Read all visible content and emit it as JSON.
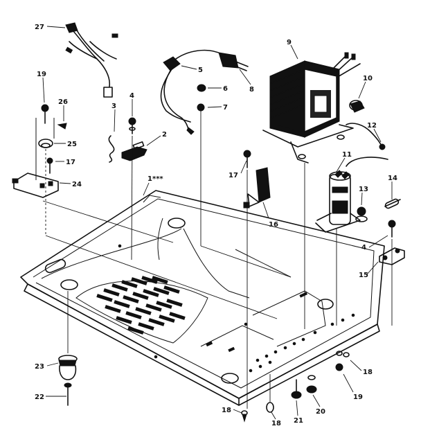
{
  "labels": {
    "l27": "27",
    "l9": "9",
    "l10": "10",
    "l19a": "19",
    "l26": "26",
    "l25": "25",
    "l17a": "17",
    "l24": "24",
    "l3": "3",
    "l4a": "4",
    "l2": "2",
    "l5": "5",
    "l6": "6",
    "l7": "7",
    "l8": "8",
    "l1": "1***",
    "l17b": "17",
    "l16": "16",
    "l11": "11",
    "l12": "12",
    "l13": "13",
    "l14": "14",
    "l4b": "4",
    "l15": "15",
    "l23": "23",
    "l22": "22",
    "l18a": "18",
    "l19b": "19",
    "l20": "20",
    "l21": "21",
    "l18b": "18",
    "l18c": "18"
  }
}
